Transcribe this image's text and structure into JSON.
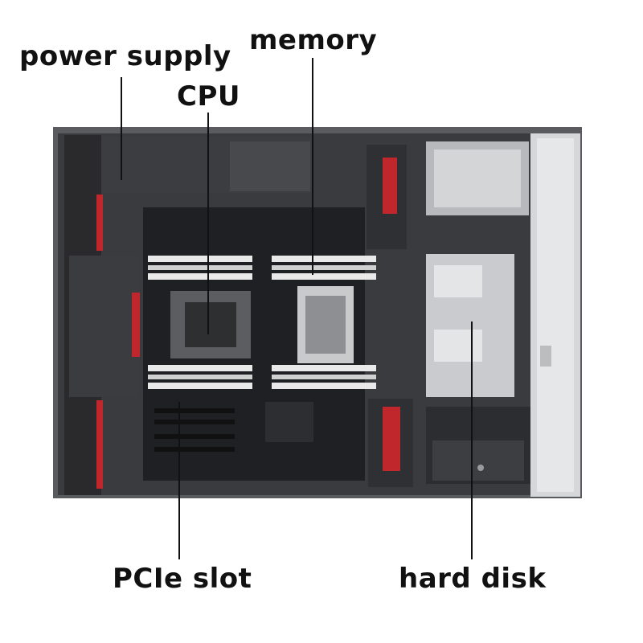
{
  "labels": {
    "power_supply": "power supply",
    "memory": "memory",
    "cpu": "CPU",
    "pcie_slot": "PCIe slot",
    "hard_disk": "hard disk"
  },
  "colors": {
    "accent_red": "#c0272d",
    "chassis_dark": "#2b2b2d",
    "board_dark": "#1c1d20",
    "metal_light": "#d9d9d9",
    "metal_mid": "#a9abae"
  }
}
